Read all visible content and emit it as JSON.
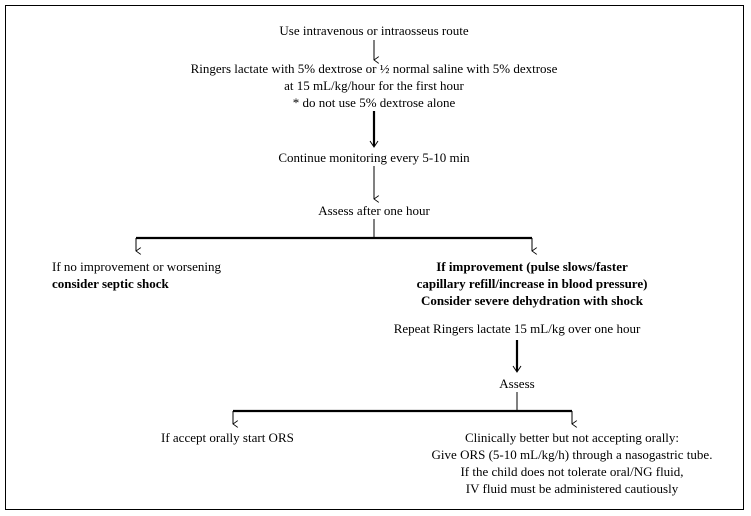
{
  "flowchart": {
    "step1": "Use intravenous or intraosseus route",
    "step2_line1": "Ringers lactate with 5% dextrose or ½ normal saline with 5% dextrose",
    "step2_line2": "at 15 mL/kg/hour for the first hour",
    "step2_line3": "* do not use 5% dextrose alone",
    "step3": "Continue monitoring every 5-10 min",
    "step4": "Assess after one hour",
    "left_branch_line1": "If no improvement or worsening",
    "left_branch_line2": "consider septic shock",
    "right_branch_line1": "If improvement (pulse slows/faster",
    "right_branch_line2": "capillary refill/increase in blood pressure)",
    "right_branch_line3": "Consider severe dehydration with shock",
    "step5": "Repeat Ringers lactate 15 mL/kg over one hour",
    "step6": "Assess",
    "final_left": "If accept orally start ORS",
    "final_right_line1": "Clinically better but not accepting orally:",
    "final_right_line2": "Give ORS (5-10 mL/kg/h) through a nasogastric tube.",
    "final_right_line3": "If the child does not tolerate oral/NG fluid,",
    "final_right_line4": "IV fluid must be administered cautiously"
  }
}
